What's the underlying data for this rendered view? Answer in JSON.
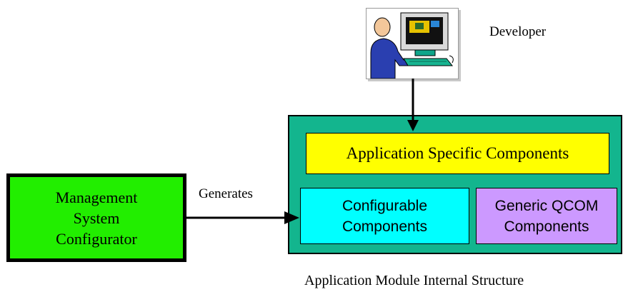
{
  "developer": {
    "label": "Developer",
    "icon": "developer-at-computer-icon"
  },
  "module": {
    "caption": "Application Module Internal Structure",
    "app_specific": "Application Specific Components",
    "configurable": [
      "Configurable",
      "Components"
    ],
    "generic_qcom": [
      "Generic QCOM",
      "Components"
    ]
  },
  "configurator": {
    "lines": [
      "Management",
      "System",
      "Configurator"
    ]
  },
  "edge_label": "Generates",
  "colors": {
    "module_bg": "#13b58e",
    "app_specific": "#ffff00",
    "configurable": "#00ffff",
    "generic_qcom": "#cc99ff",
    "configurator": "#22ee00"
  }
}
